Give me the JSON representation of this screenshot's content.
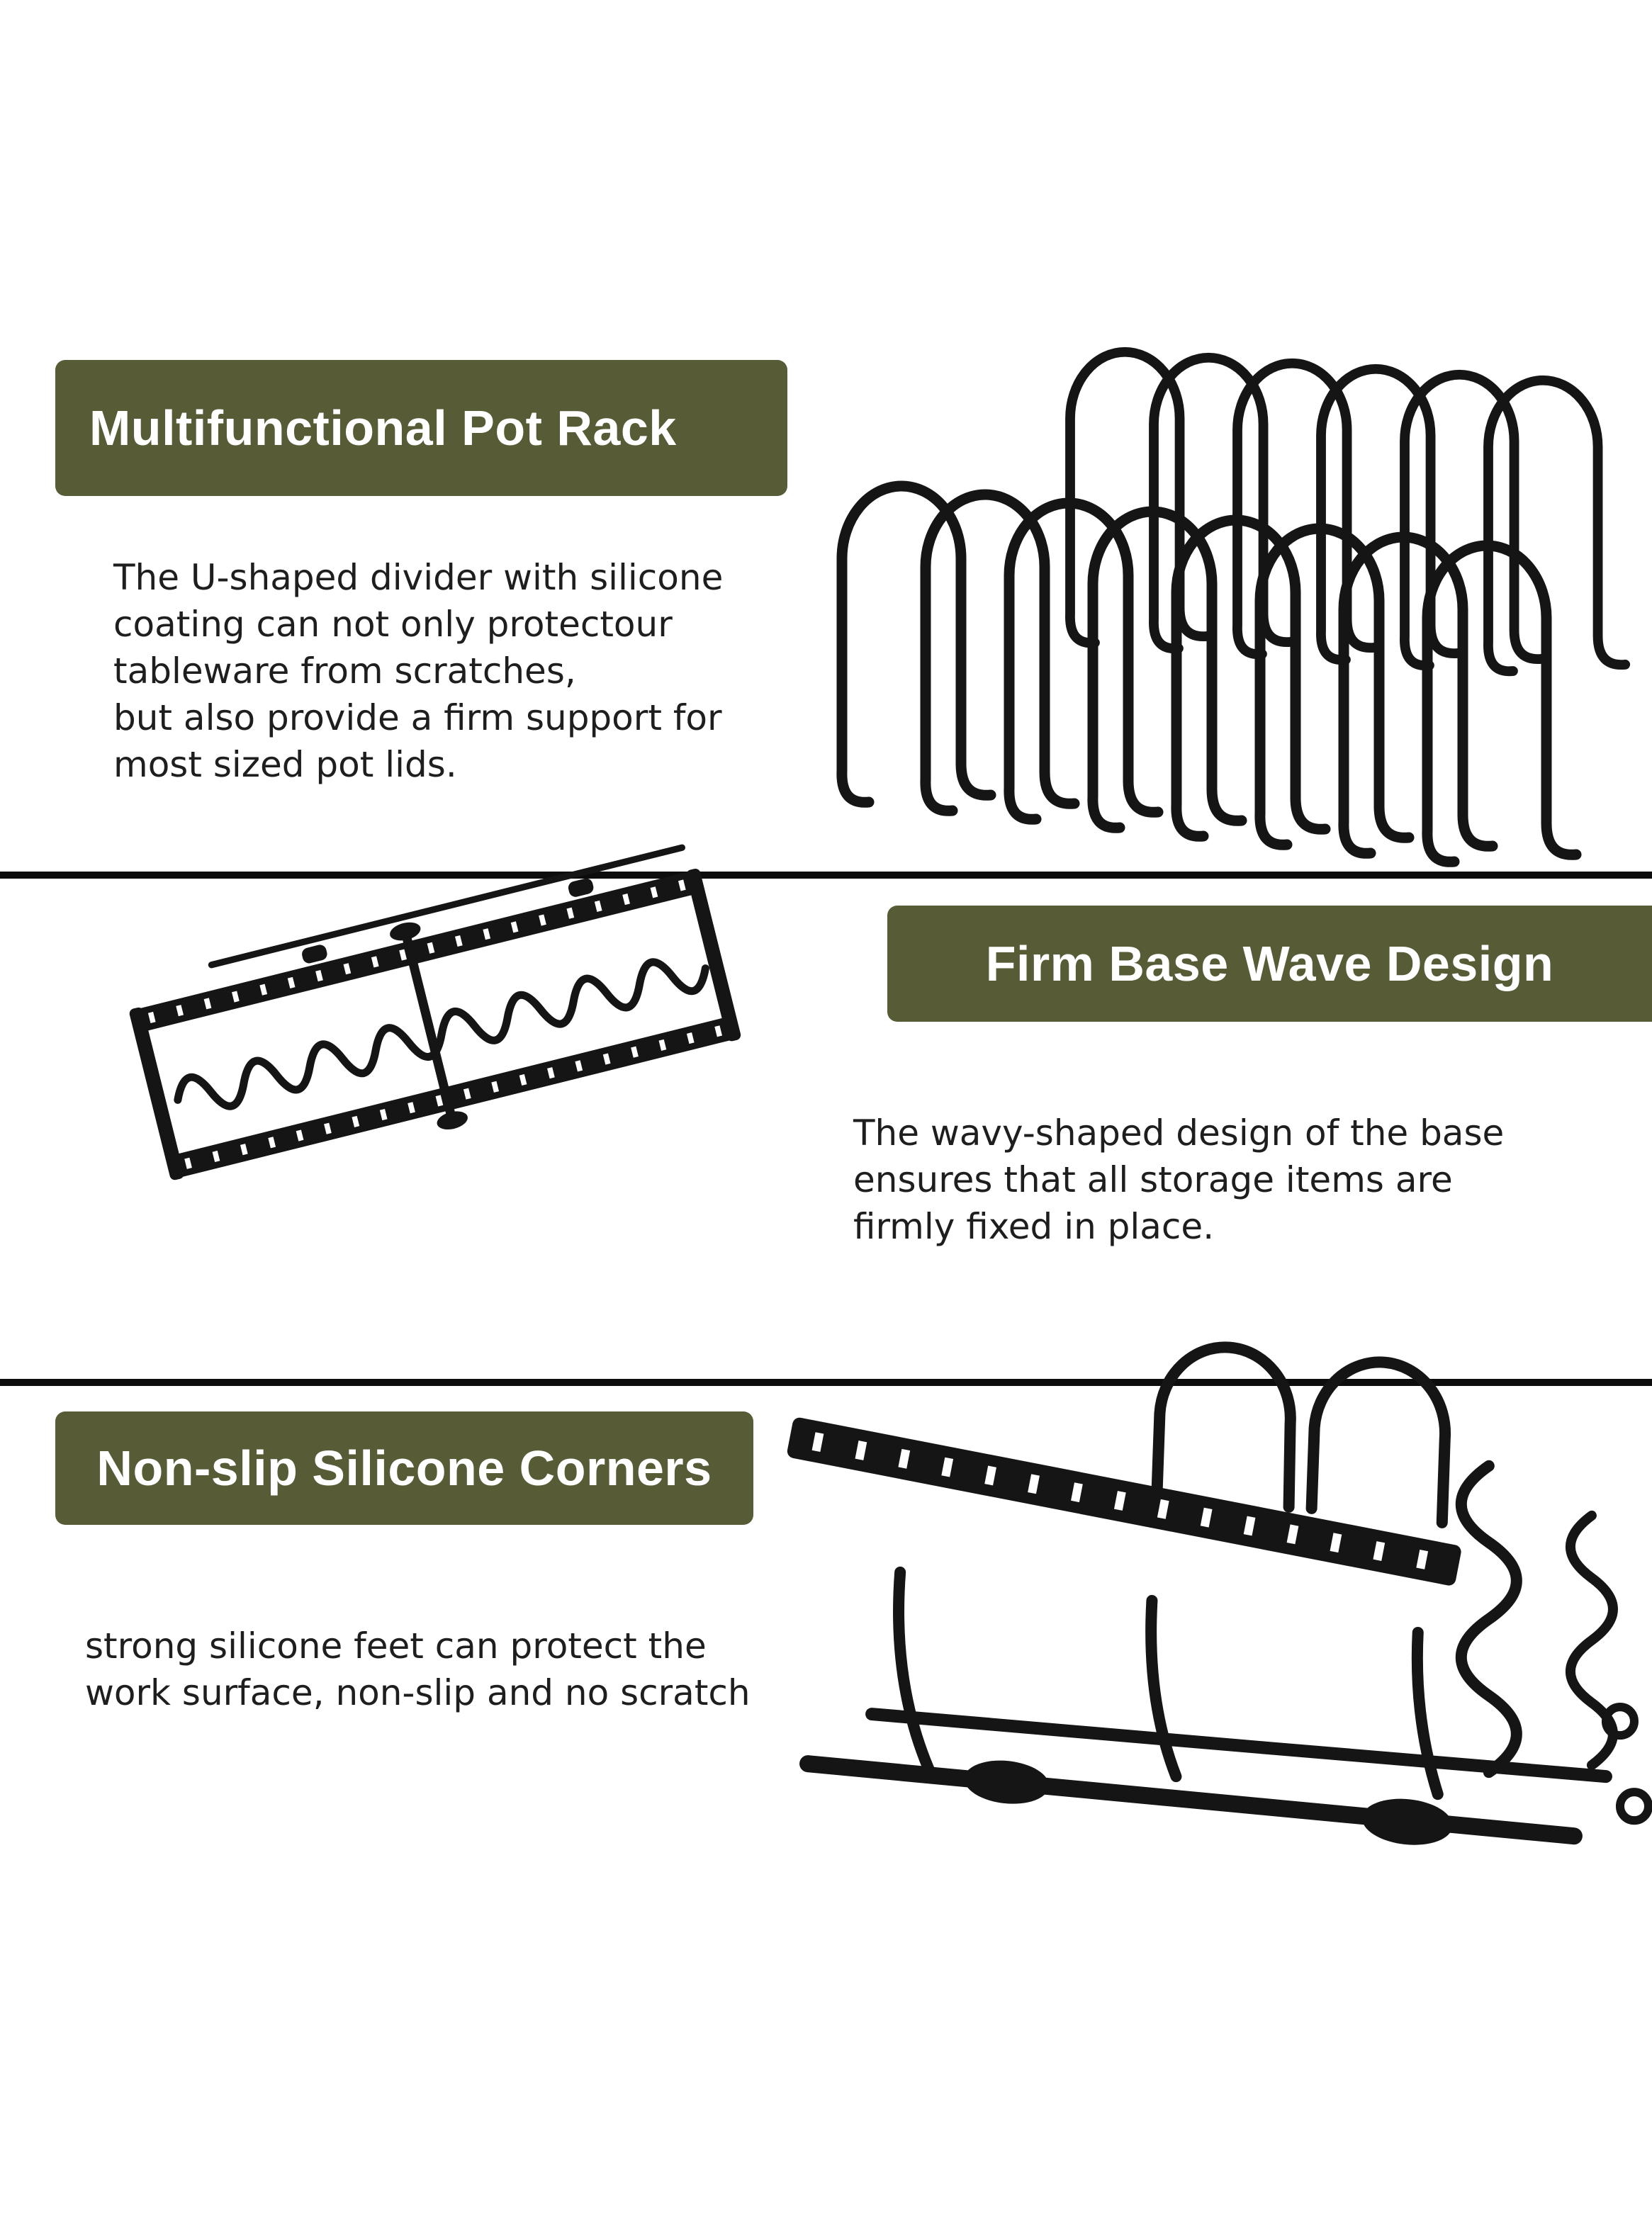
{
  "colors": {
    "background": "#ffffff",
    "banner_bg": "#575c36",
    "banner_text": "#ffffff",
    "body_text": "#1e1e1e",
    "divider": "#0d0d0d",
    "wire": "#151515"
  },
  "sections": [
    {
      "title": "Multifunctional Pot Rack",
      "body": "The U-shaped divider with silicone\ncoating can not only protectour\ntableware from scratches,\nbut also provide a firm support for\nmost sized pot lids.",
      "image_name": "u-shaped-silicone-dividers-photo"
    },
    {
      "title": "Firm Base Wave Design",
      "body": "The wavy-shaped design of the base\nensures that all storage items are\nfirmly fixed in place.",
      "image_name": "expandable-wire-rack-base-photo"
    },
    {
      "title": "Non-slip Silicone Corners",
      "body": "strong silicone feet can protect the\nwork surface, non-slip and no scratch",
      "image_name": "silicone-corner-feet-closeup-photo"
    }
  ]
}
